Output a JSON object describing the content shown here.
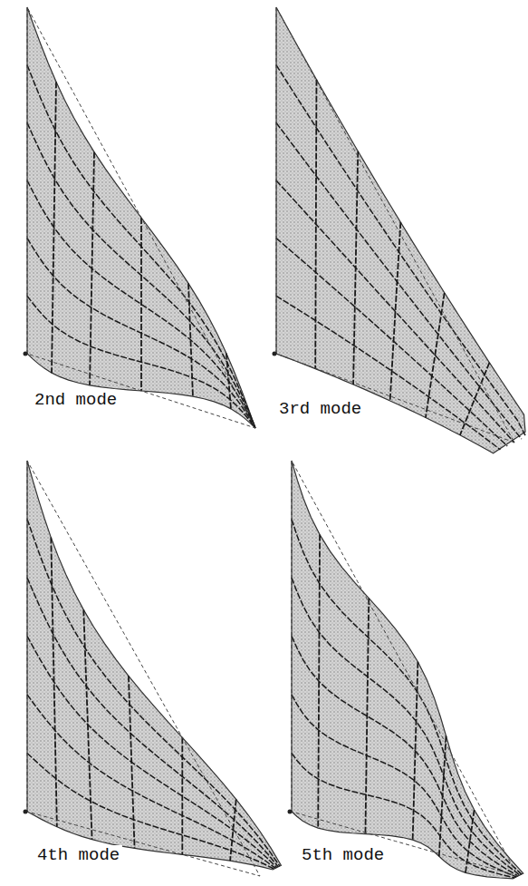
{
  "diagram": {
    "labels": [
      "2nd mode",
      "3rd mode",
      "4th mode",
      "5th mode"
    ]
  }
}
